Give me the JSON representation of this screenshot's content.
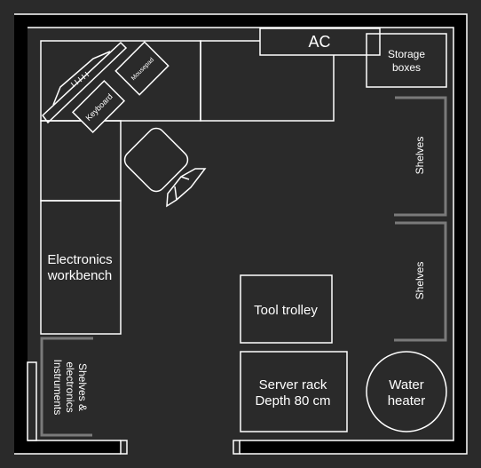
{
  "colors": {
    "background": "#2a2a2a",
    "wall": "#000000",
    "outline": "#ffffff",
    "shelf": "#7a7a7a"
  },
  "labels": {
    "ac": "AC",
    "storage_boxes_1": "Storage",
    "storage_boxes_2": "boxes",
    "shelves_top": "Shelves",
    "shelves_bottom": "Shelves",
    "keyboard": "Keyboard",
    "mousepad": "Mousepad",
    "workbench_1": "Electronics",
    "workbench_2": "workbench",
    "tool_trolley": "Tool trolley",
    "server_rack_1": "Server rack",
    "server_rack_2": "Depth 80 cm",
    "water_heater_1": "Water",
    "water_heater_2": "heater",
    "instruments_1": "Shelves &",
    "instruments_2": "electronics",
    "instruments_3": "Instruments"
  }
}
